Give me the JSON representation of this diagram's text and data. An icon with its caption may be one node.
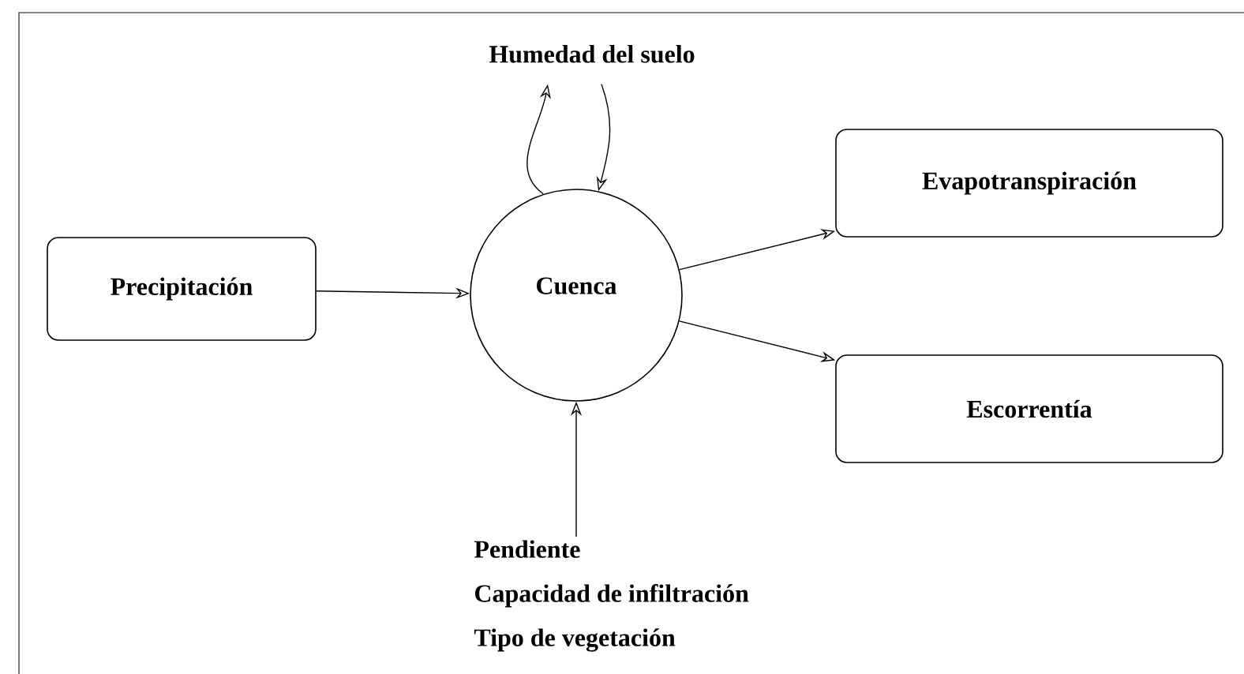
{
  "diagram": {
    "nodes": [
      {
        "text": [
          "Humedad del suelo"
        ]
      },
      {
        "text": [
          "Precipitación"
        ]
      },
      {
        "text": [
          "Cuenca"
        ]
      },
      {
        "text": [
          "Evapotranspiración"
        ]
      },
      {
        "text": [
          "Escorrentía"
        ]
      },
      {
        "text": [
          "Pendiente",
          "Capacidad de infiltración",
          "Tipo de vegetación"
        ]
      }
    ],
    "edges": [
      {
        "from": 1,
        "to": 2,
        "arrow": "to"
      },
      {
        "from": 2,
        "to": 0,
        "arrow": "to"
      },
      {
        "from": 0,
        "to": 2,
        "arrow": "to"
      },
      {
        "from": 2,
        "to": 3,
        "arrow": "to"
      },
      {
        "from": 2,
        "to": 4,
        "arrow": "to"
      },
      {
        "from": 5,
        "to": 2,
        "arrow": "to"
      }
    ]
  }
}
